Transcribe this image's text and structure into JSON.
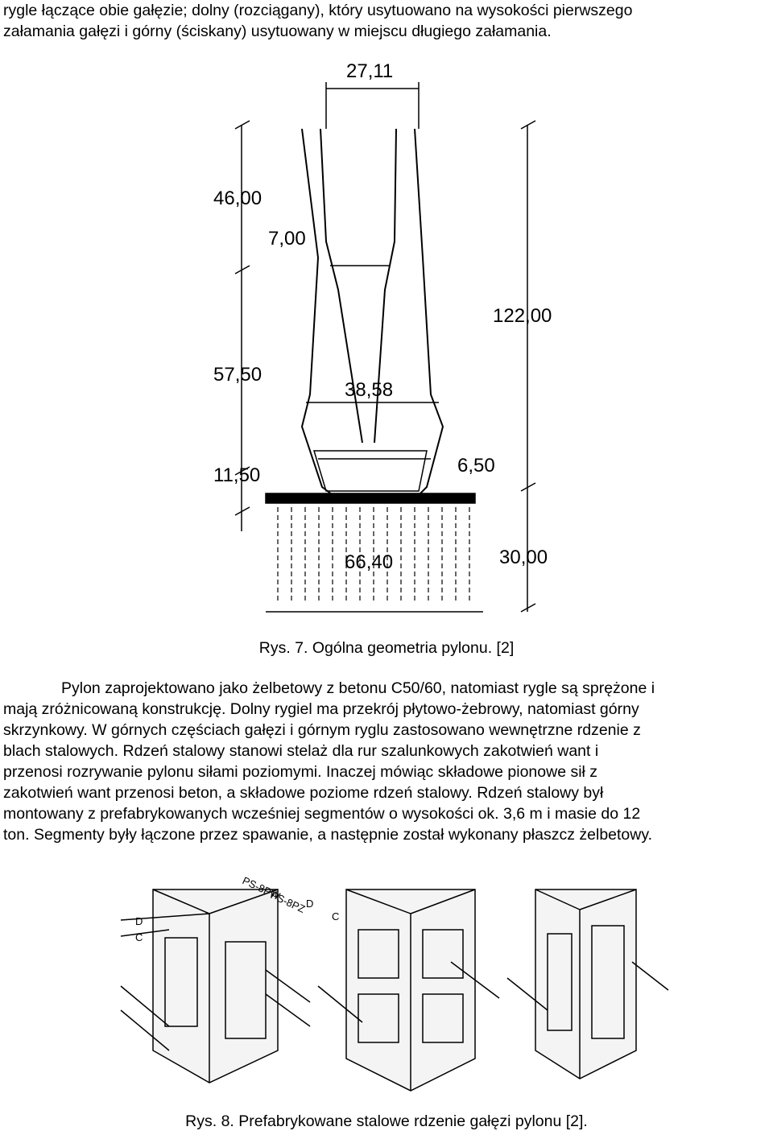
{
  "intro": {
    "lines": [
      "rygle łączące obie gałęzie; dolny (rozciągany), który usytuowano na wysokości pierwszego",
      "załamania gałęzi i górny (ściskany) usytuowany w miejscu długiego załamania."
    ]
  },
  "figure7": {
    "dims": {
      "top_width": "27,11",
      "left_upper": "46,00",
      "left_kink": "7,00",
      "left_middle": "57,50",
      "left_lower": "11,50",
      "right_height": "122,00",
      "inner_width": "38,58",
      "right_small": "6,50",
      "base_width": "66,40",
      "foundation_depth": "30,00"
    },
    "caption": "Rys. 7.  Ogólna geometria pylonu. [2]"
  },
  "body": {
    "lines": [
      "Pylon zaprojektowano jako żelbetowy z betonu C50/60, natomiast rygle są sprężone i",
      "mają zróżnicowaną konstrukcję. Dolny rygiel ma przekrój płytowo-żebrowy, natomiast górny",
      "skrzynkowy. W górnych częściach gałęzi i górnym ryglu zastosowano wewnętrzne rdzenie z",
      "blach stalowych. Rdzeń stalowy stanowi stelaż dla rur szalunkowych zakotwień want i",
      "przenosi rozrywanie pylonu siłami poziomymi. Inaczej mówiąc składowe pionowe sił z",
      "zakotwień want przenosi beton, a składowe poziome rdzeń stalowy. Rdzeń stalowy był",
      "montowany z prefabrykowanych wcześniej segmentów o wysokości ok. 3,6 m i masie do 12",
      "ton. Segmenty były łączone przez spawanie, a następnie został wykonany płaszcz żelbetowy."
    ]
  },
  "figure8": {
    "labels": {
      "d_left": "D",
      "c_left": "C",
      "ps1": "PS-8PW",
      "ps2": "PS-8PZ",
      "d_top": "D",
      "c_mid": "C"
    },
    "caption": "Rys. 8.  Prefabrykowane stalowe rdzenie gałęzi pylonu [2]."
  }
}
